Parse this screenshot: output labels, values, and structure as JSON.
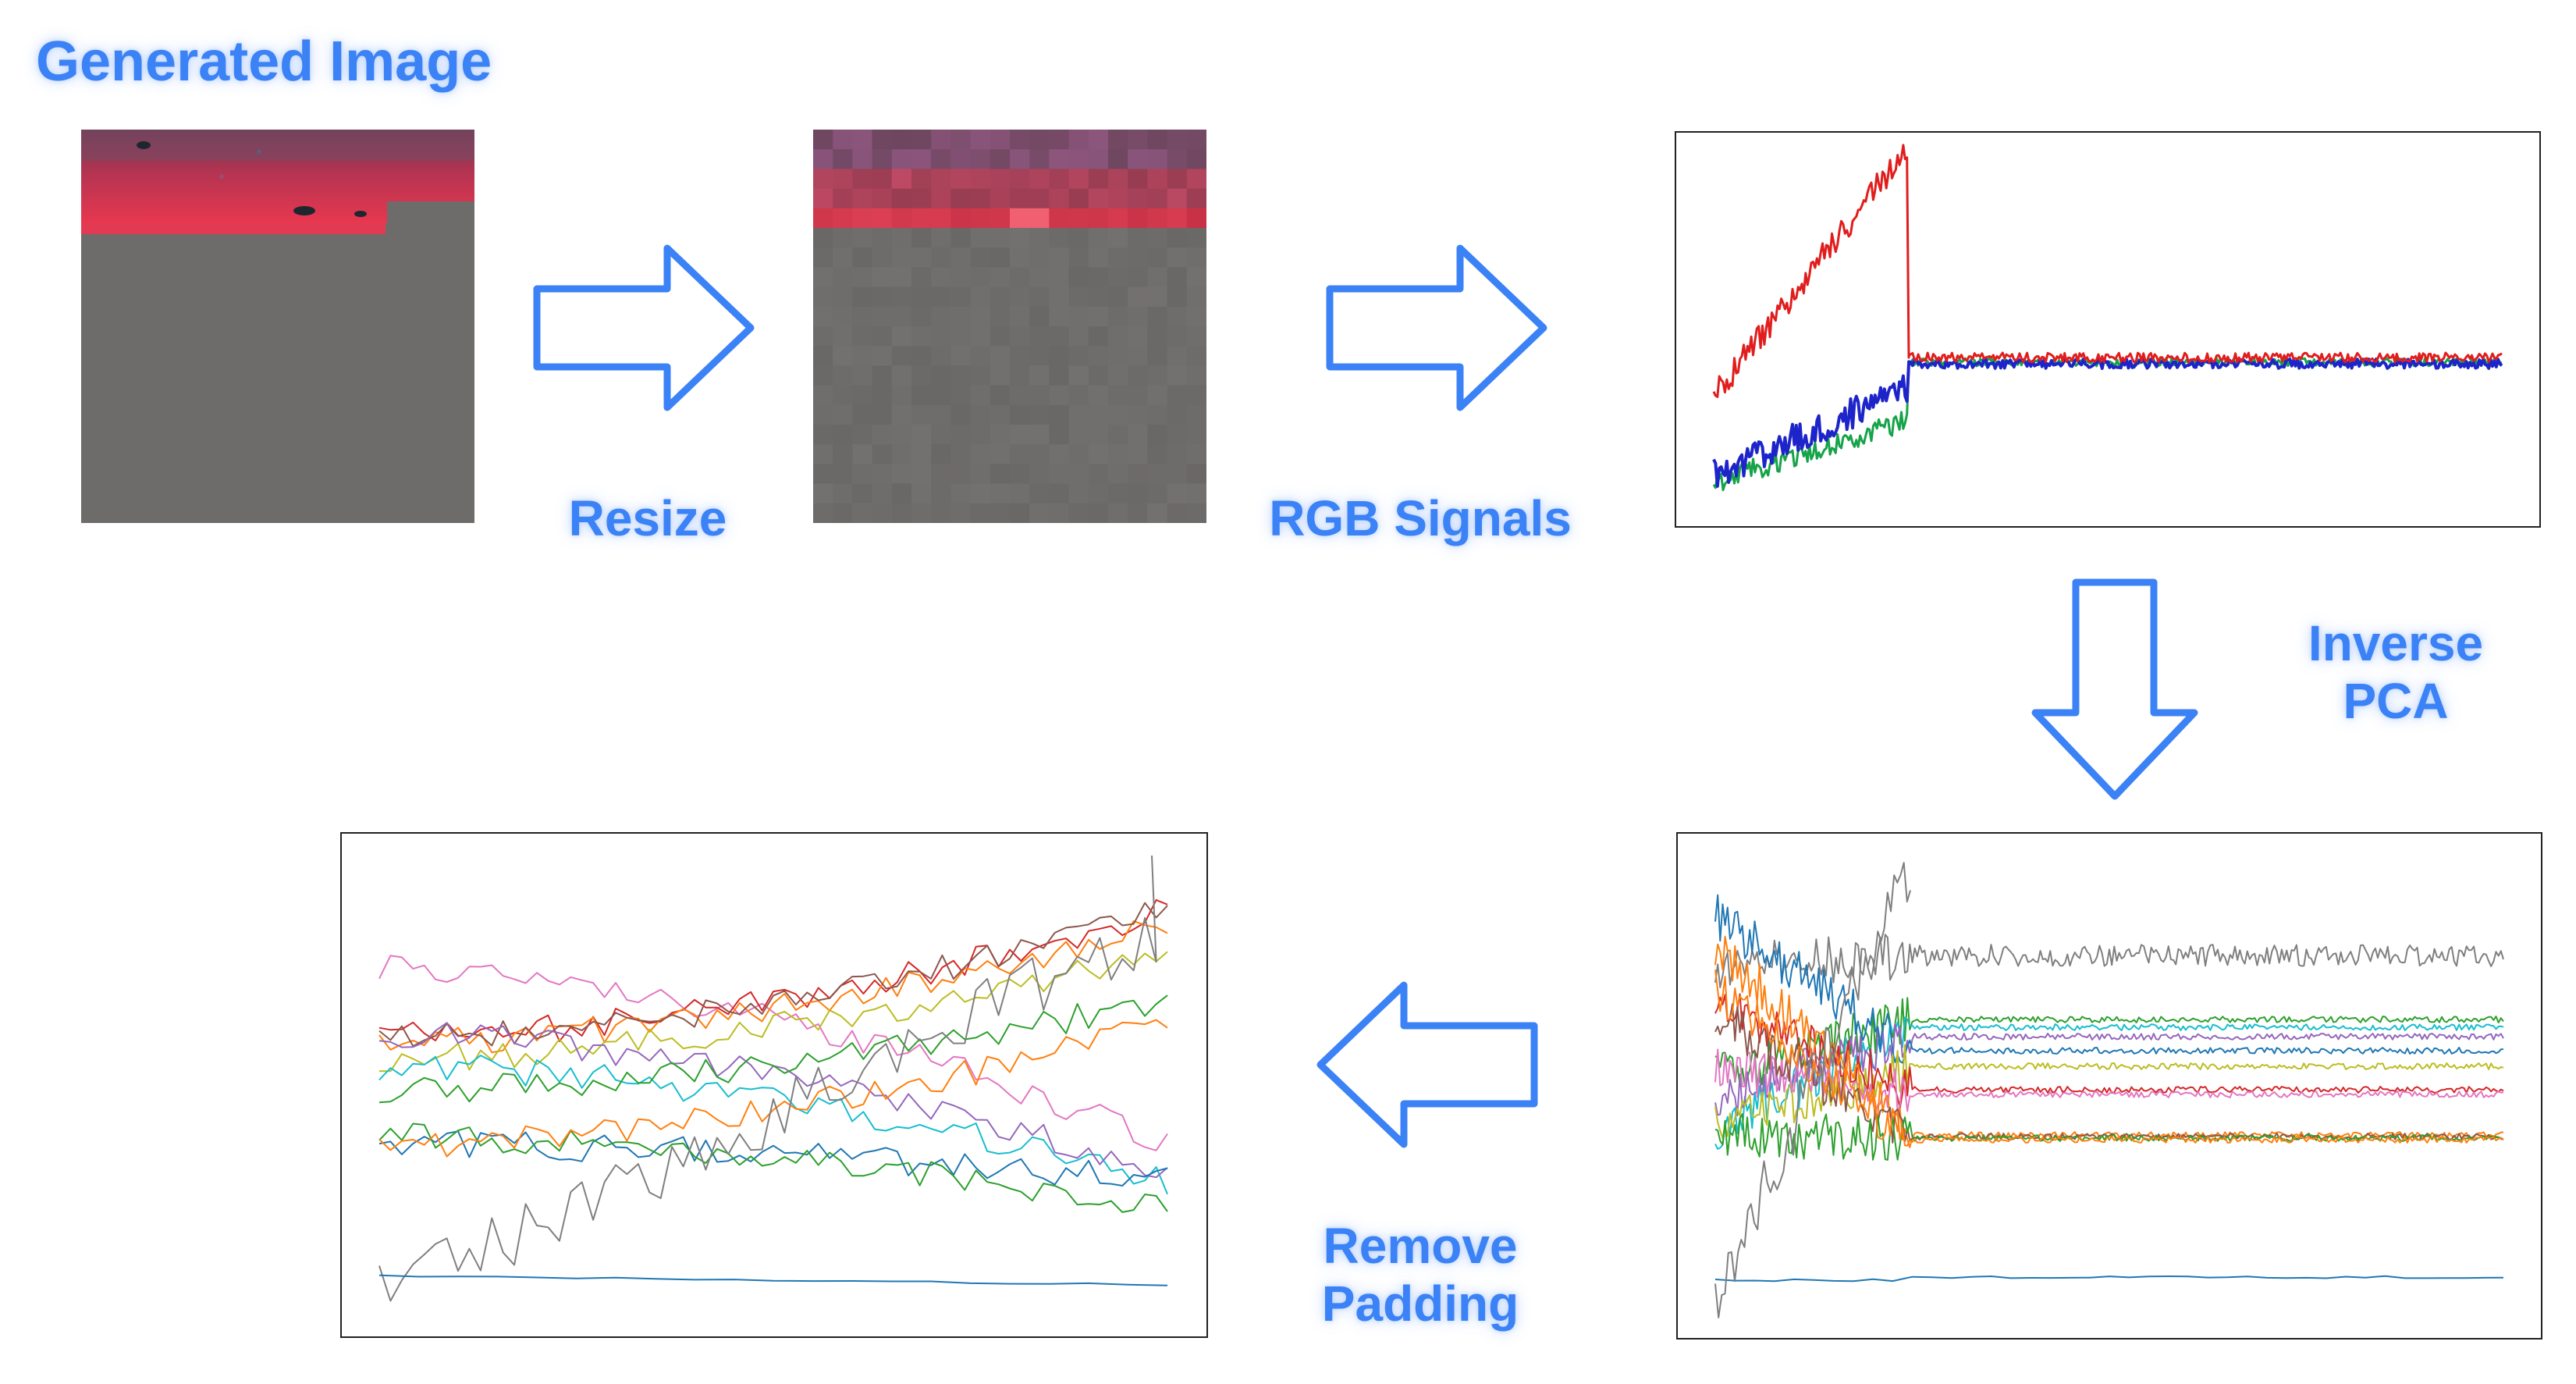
{
  "title": "Generated Image",
  "steps": {
    "resize": "Resize",
    "rgb_signals": "RGB Signals",
    "inverse_pca": [
      "Inverse",
      "PCA"
    ],
    "remove_padding": [
      "Remove",
      "Padding"
    ]
  },
  "colors": {
    "accent": "#3b82f6",
    "arrow_fill": "#ffffff",
    "red_signal": "#e11d1d",
    "green_signal": "#16a34a",
    "blue_signal": "#1d24c9"
  },
  "icons": {
    "arrow_right": "right-arrow-icon",
    "arrow_down": "down-arrow-icon",
    "arrow_left": "left-arrow-icon"
  }
}
